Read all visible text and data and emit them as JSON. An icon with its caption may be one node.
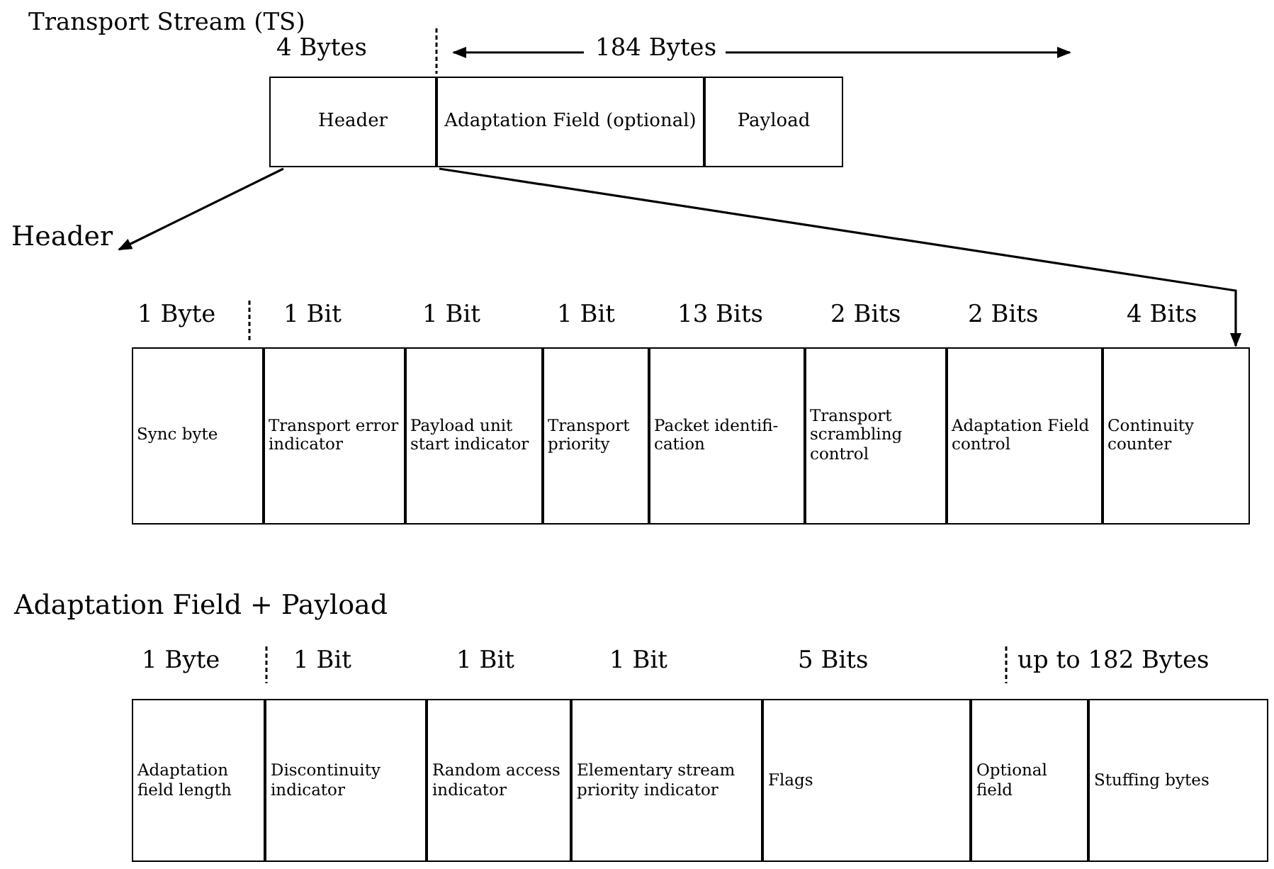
{
  "diagram": {
    "title": "Transport Stream (TS)",
    "nodes": [
      {
        "text": [
          "Header"
        ]
      },
      {
        "text": [
          "Adaptation Field (optional)"
        ]
      },
      {
        "text": [
          "Payload"
        ]
      },
      {
        "text": [
          "Header"
        ]
      },
      {
        "text": [],
        "shape": "box"
      },
      {
        "text": [
          "Sync byte"
        ],
        "in": 4
      },
      {
        "text": [
          "Transport error indicator"
        ],
        "in": 4
      },
      {
        "text": [
          "Payload unit start indicator"
        ],
        "in": 4
      },
      {
        "text": [
          "Transport priority"
        ],
        "in": 4
      },
      {
        "text": [
          "Packet identifi- cation"
        ],
        "in": 4
      },
      {
        "text": [
          "Transport scrambling control"
        ],
        "in": 4
      },
      {
        "text": [
          "Adaptation Field control"
        ],
        "in": 4
      },
      {
        "text": [
          "Continuity counter"
        ],
        "in": 4
      },
      {
        "text": [
          "Adaptation field length"
        ]
      },
      {
        "text": [
          "Discontinuity indicator"
        ]
      },
      {
        "text": [
          "Random access indicator"
        ]
      },
      {
        "text": [
          "Elementary stream priority indicator"
        ]
      },
      {
        "text": [
          "Flags"
        ]
      },
      {
        "text": [
          "Optional field"
        ]
      },
      {
        "text": [
          "Stuffing bytes"
        ]
      }
    ],
    "edges": [
      {
        "from": 0,
        "to": 3,
        "arrow": "to"
      },
      {
        "from": 0,
        "to": 4,
        "arrow": "to"
      }
    ],
    "labels": [
      "4 Bytes",
      "184 Bytes",
      "1 Byte",
      "1 Bit",
      "1 Bit",
      "1 Bit",
      "13 Bits",
      "2 Bits",
      "2 Bits",
      "4 Bits",
      "Adaptation Field + Payload",
      "1 Byte",
      "1 Bit",
      "1 Bit",
      "1 Bit",
      "5 Bits",
      "up to 182 Bytes"
    ]
  }
}
